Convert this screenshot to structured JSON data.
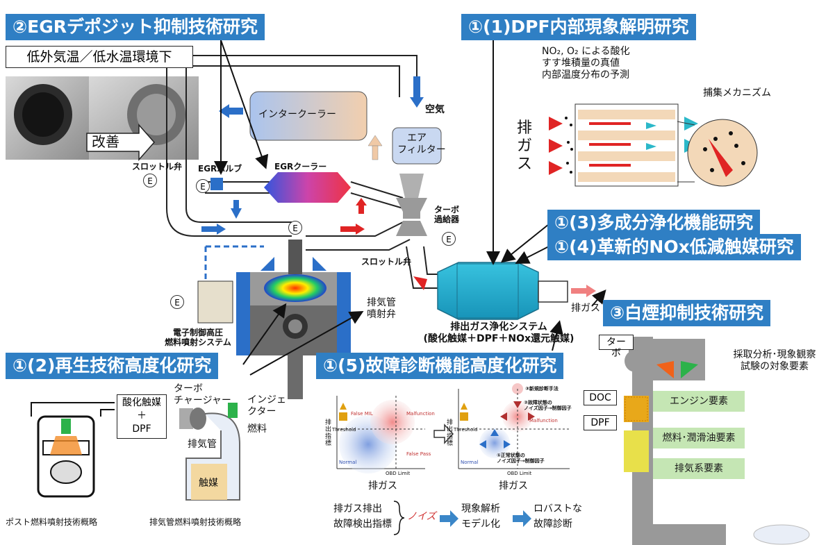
{
  "topics": {
    "t_egr": "②EGRデポジット抑制技術研究",
    "t_dpf": "①(1)DPF内部現象解明研究",
    "t_multi": "①(3)多成分浄化機能研究",
    "t_nox": "①(4)革新的NOx低減触媒研究",
    "t_smoke": "③白煙抑制技術研究",
    "t_regen": "①(2)再生技術高度化研究",
    "t_diag": "①(5)故障診断機能高度化研究"
  },
  "egr_photos": {
    "condition": "低外気温／低水温環境下",
    "improve": "改善"
  },
  "engine": {
    "intercooler": "インタークーラー",
    "air": "空気",
    "air_filter_1": "エア",
    "air_filter_2": "フィルター",
    "throttle_1": "スロットル弁",
    "egr_valve": "EGRバルブ",
    "egr_cooler": "EGRクーラー",
    "turbo_1": "ターボ",
    "turbo_2": "過給器",
    "throttle_2": "スロットル弁",
    "e_mark": "E",
    "fuel_sys_1": "電子制御高圧",
    "fuel_sys_2": "燃料噴射システム",
    "exh_valve_1": "排気管",
    "exh_valve_2": "噴射弁",
    "aftertreat_1": "排出ガス浄化システム",
    "aftertreat_2": "(酸化触媒＋DPF＋NOx還元触媒)",
    "exhaust": "排ガス"
  },
  "dpf_study": {
    "note_1": "NO₂, O₂ による酸化",
    "note_2": "すす堆積量の真値",
    "note_3": "内部温度分布の予測",
    "mechanism": "捕集メカニズム",
    "exhaust_vertical": "排ガス"
  },
  "regen": {
    "box": "酸化触媒\n＋\nDPF",
    "turbo_charger_1": "ターボ",
    "turbo_charger_2": "チャージャー",
    "injector_1": "インジェ",
    "injector_2": "クター",
    "fuel": "燃料",
    "exh_pipe": "排気管",
    "catalyst": "触媒",
    "caption_1": "ポスト燃料噴射技術概略",
    "caption_2": "排気管燃料噴射技術概略"
  },
  "diag": {
    "ylabel": "排出指標",
    "yaxis_sub": "Threshold",
    "xaxis": "OBD Limit",
    "false_mil": "False MIL",
    "malfunction": "Malfunction",
    "false_pass": "False Pass",
    "normal": "Normal",
    "new_method": "③新規診断手法",
    "factor_2": "②故障状態の",
    "factor_2b": "ノイズ因子→制御因子",
    "factor_1": "①正常状態の",
    "factor_1b": "ノイズ因子→制御因子",
    "exhaust_left": "排ガス",
    "exhaust_right": "排ガス",
    "flow_a1": "排ガス排出",
    "flow_a2": "故障検出指標",
    "noise": "ノイズ",
    "flow_b1": "現象解析",
    "flow_b2": "モデル化",
    "flow_c1": "ロバストな",
    "flow_c2": "故障診断"
  },
  "smoke": {
    "turbo": "ターボ",
    "doc": "DOC",
    "dpf": "DPF",
    "target_1": "採取分析･現象観察",
    "target_2": "試験の対象要素",
    "elem_engine": "エンジン要素",
    "elem_fuel": "燃料･潤滑油要素",
    "elem_exhaust": "排気系要素"
  },
  "colors": {
    "topic_blue": "#2f7fc4",
    "pipe_blue": "#2b6fc8",
    "arrow_red": "#e02424",
    "catalyst_cyan": "#26b6d4",
    "element_green": "#c5e6b4"
  }
}
